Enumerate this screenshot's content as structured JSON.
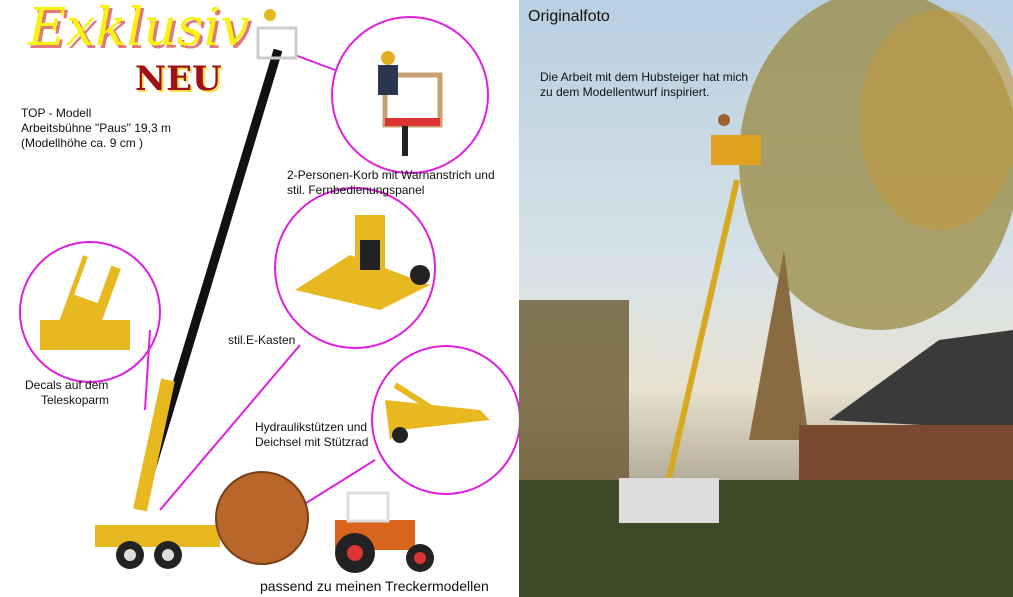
{
  "logo": {
    "title": "Exklusiv",
    "badge": "NEU"
  },
  "left": {
    "intro": [
      "TOP - Modell",
      "Arbeitsbühne \"Paus\" 19,3 m",
      "(Modellhöhe ca. 9 cm )"
    ],
    "callouts": {
      "basket": [
        "2-Personen-Korb mit Warnanstrich und",
        "stil. Fernbedienungspanel"
      ],
      "ekasten": "stil.E-Kasten",
      "decals": [
        "Decals auf dem",
        "Teleskoparm"
      ],
      "hydraulik": [
        "Hydraulikstützen und",
        "Deichsel mit Stützrad"
      ],
      "footer": "passend zu meinen Treckermodellen"
    }
  },
  "right": {
    "title": "Originalfoto",
    "caption": [
      "Die Arbeit mit dem Hubsteiger hat mich",
      "zu dem Modellentwurf inspiriert."
    ]
  },
  "colors": {
    "accent": "#e020e0",
    "yellow": "#f0c020",
    "brand": "#a0101a"
  }
}
